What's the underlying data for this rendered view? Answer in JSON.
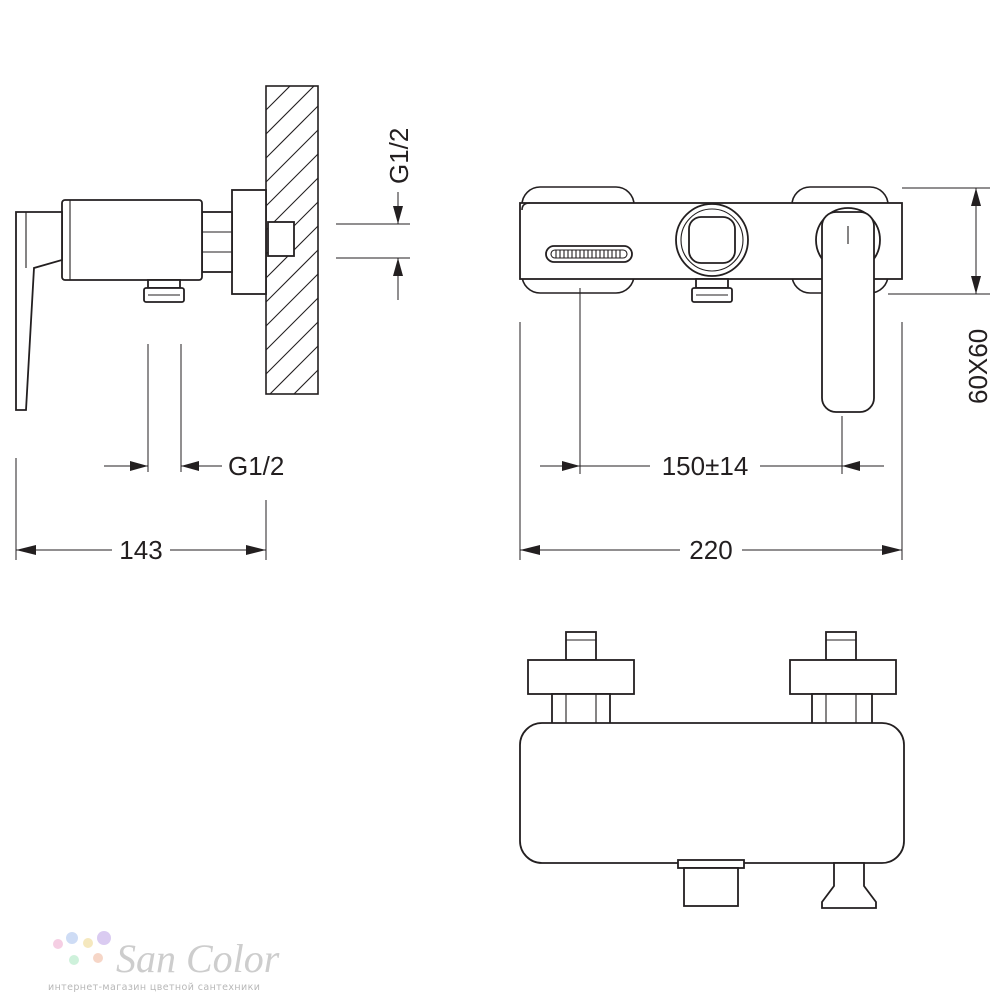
{
  "dimensions": {
    "side_width": "143",
    "side_outlet": "G1/2",
    "inlet_thread": "G1/2",
    "front_width": "220",
    "center_distance": "150±14",
    "body_section": "60X60"
  },
  "watermark": {
    "brand": "San Color",
    "tagline": "интернет-магазин цветной сантехники",
    "dot_colors": [
      "#f4c9e0",
      "#c9d9f4",
      "#f4e6b8",
      "#d7c6f0",
      "#c9f0d8",
      "#f6d2c2"
    ]
  }
}
